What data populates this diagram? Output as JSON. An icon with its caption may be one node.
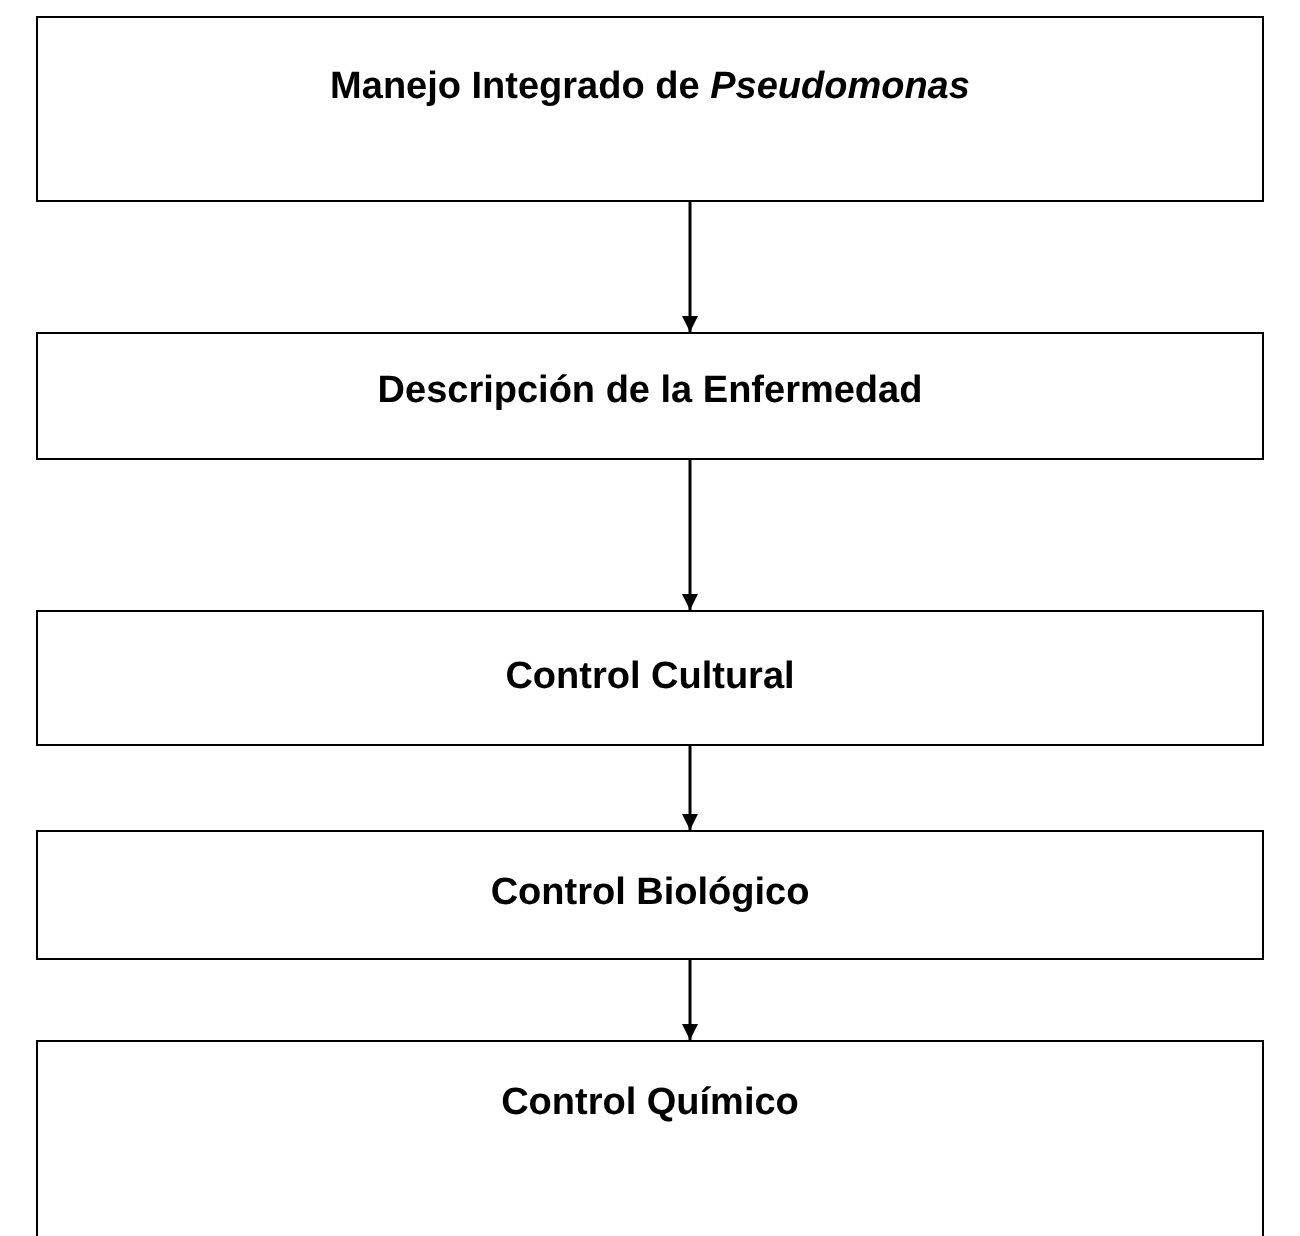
{
  "diagram": {
    "nodes": [
      {
        "text": [
          "Manejo Integrado de *Pseudomonas*"
        ]
      },
      {
        "text": [
          "Descripción de la Enfermedad"
        ]
      },
      {
        "text": [
          "Control Cultural"
        ]
      },
      {
        "text": [
          "Control Biológico"
        ]
      },
      {
        "text": [
          "Control Químico"
        ]
      }
    ],
    "edges": [
      {
        "from": 0,
        "to": 1,
        "arrow": "to"
      },
      {
        "from": 1,
        "to": 2,
        "arrow": "to"
      },
      {
        "from": 2,
        "to": 3,
        "arrow": "to"
      },
      {
        "from": 3,
        "to": 4,
        "arrow": "to"
      }
    ]
  }
}
